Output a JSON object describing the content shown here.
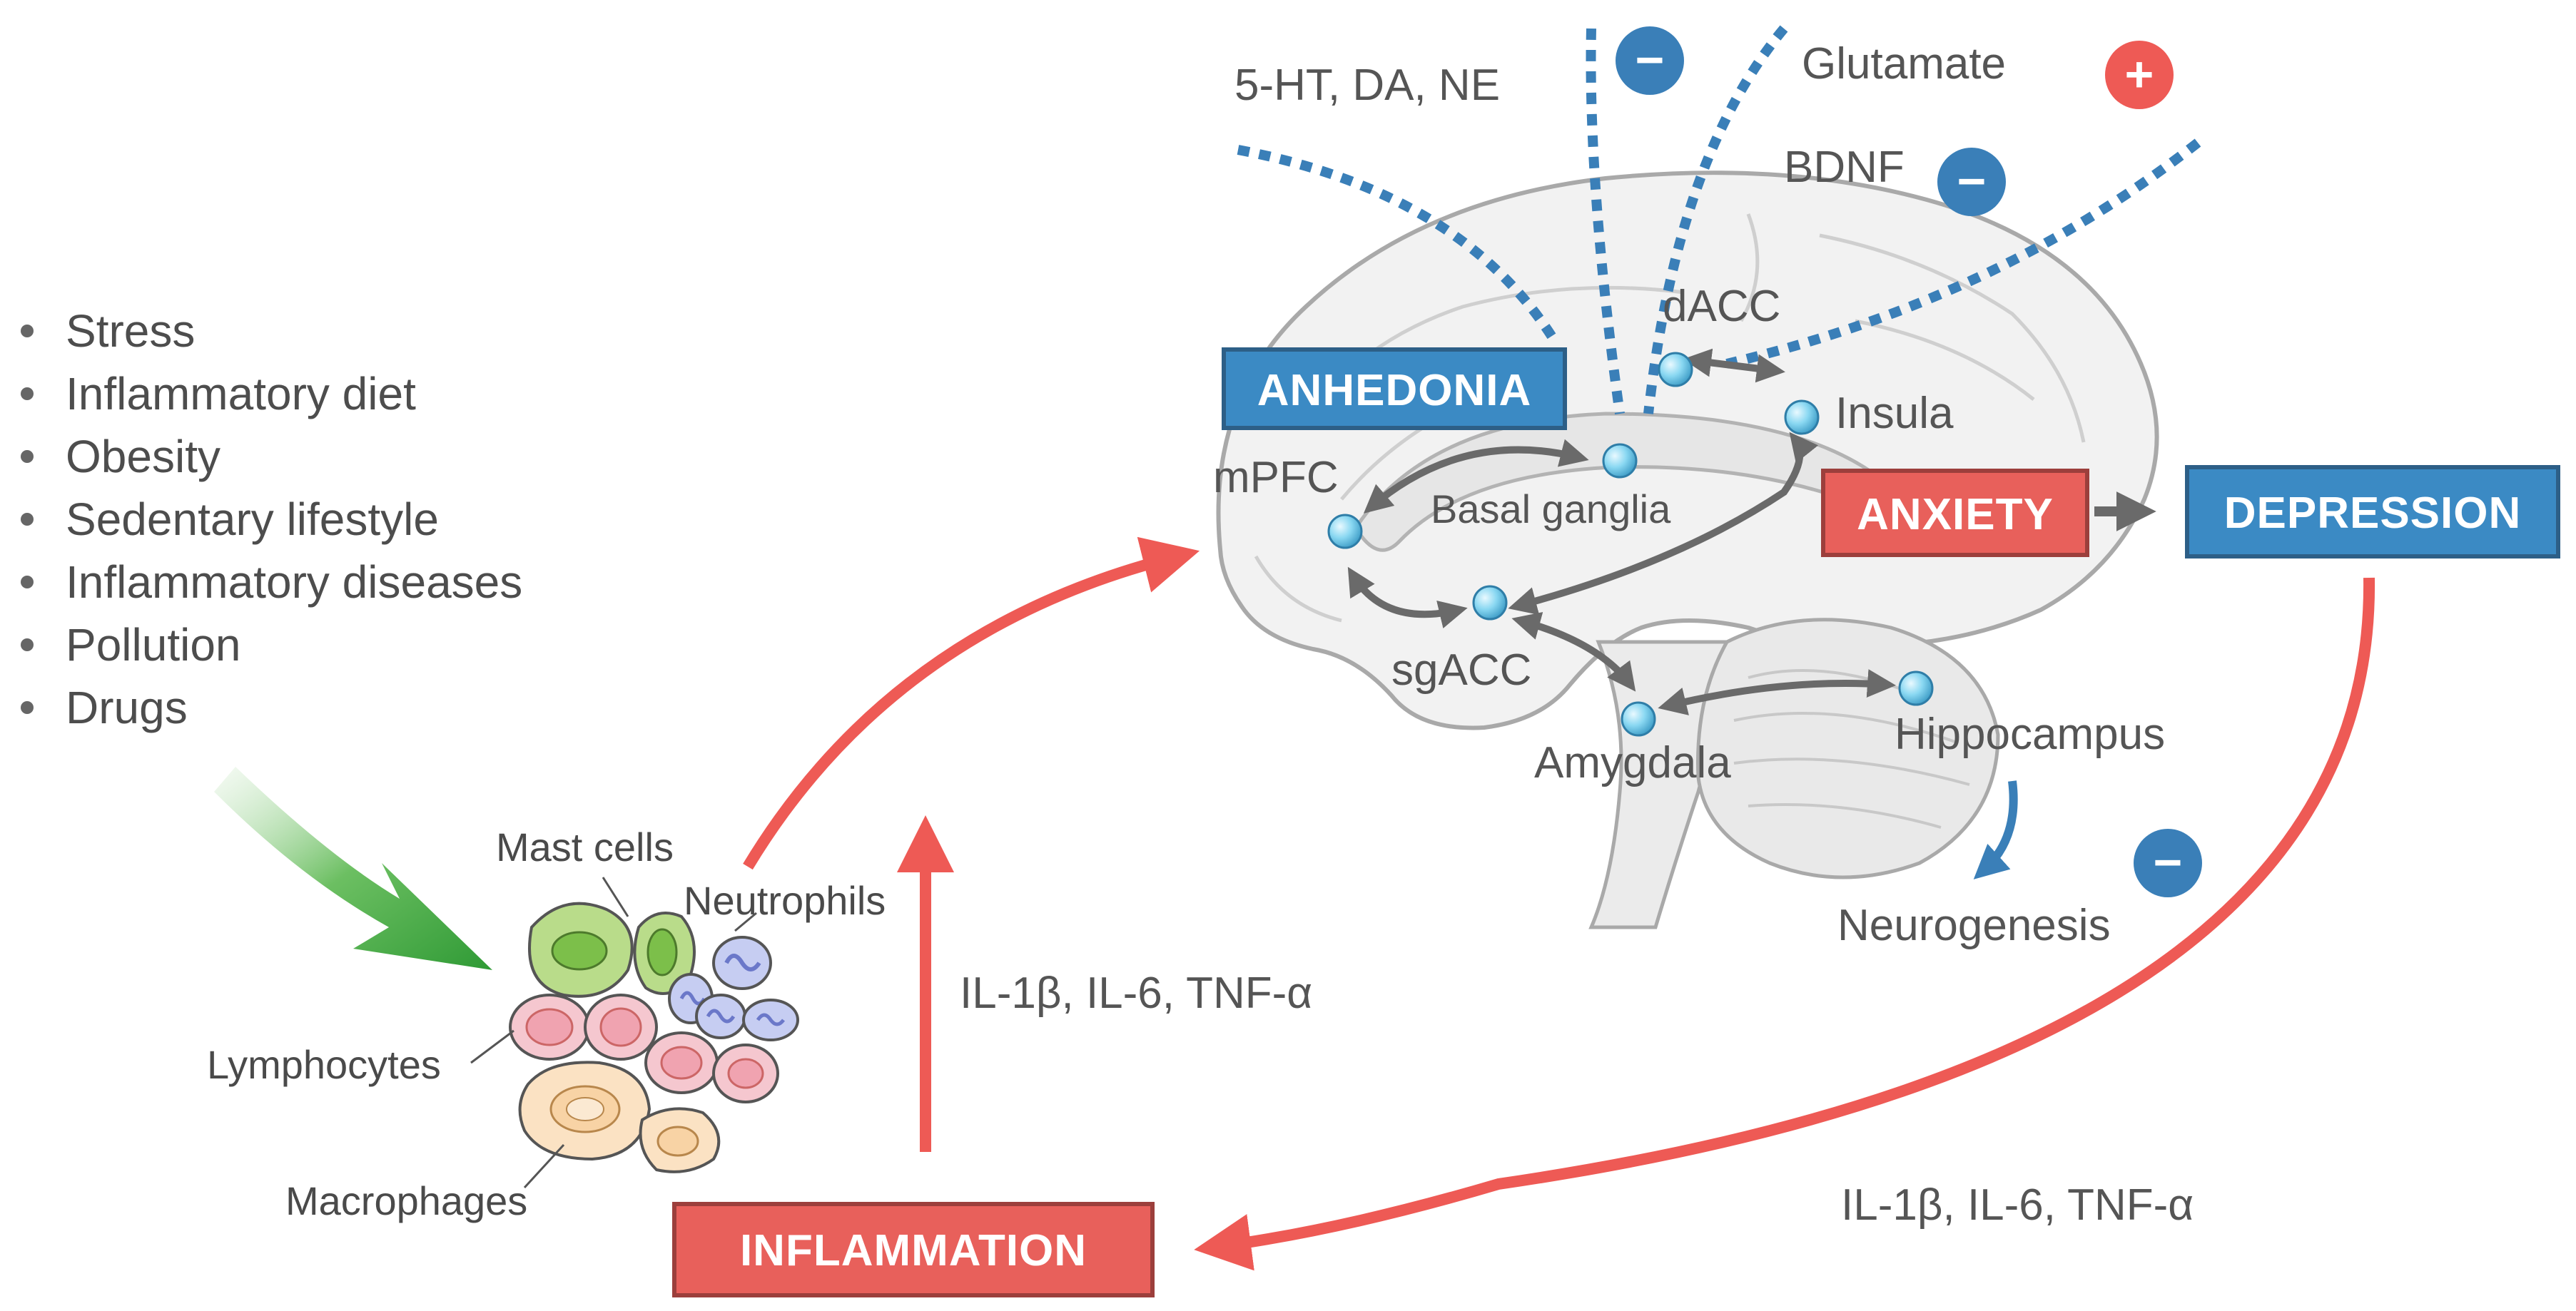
{
  "risk_factors": [
    "Stress",
    "Inflammatory diet",
    "Obesity",
    "Sedentary lifestyle",
    "Inflammatory diseases",
    "Pollution",
    "Drugs"
  ],
  "cells": {
    "mast": "Mast cells",
    "neutrophils": "Neutrophils",
    "lymphocytes": "Lymphocytes",
    "macrophages": "Macrophages"
  },
  "cytokines_left": "IL-1β, IL-6, TNF-α",
  "cytokines_right": "IL-1β, IL-6, TNF-α",
  "boxes": {
    "inflammation": "INFLAMMATION",
    "anhedonia": "ANHEDONIA",
    "anxiety": "ANXIETY",
    "depression": "DEPRESSION"
  },
  "brain_regions": {
    "dacc": "dACC",
    "insula": "Insula",
    "mpfc": "mPFC",
    "basal_ganglia": "Basal ganglia",
    "sgacc": "sgACC",
    "amygdala": "Amygdala",
    "hippocampus": "Hippocampus",
    "neurogenesis": "Neurogenesis"
  },
  "neurotransmitters": {
    "monoamines": "5-HT, DA, NE",
    "glutamate": "Glutamate",
    "bdnf": "BDNF"
  },
  "signs": {
    "minus": "−",
    "plus": "+"
  },
  "colors": {
    "red_arrow": "#ee5a55",
    "red_box": "#e8605b",
    "blue_box": "#3b8ac4",
    "blue_dots": "#3a7fb8",
    "green_arrow": "#3aa040",
    "gray_arrow": "#6a6a6a",
    "node": "#7fd4ef"
  }
}
